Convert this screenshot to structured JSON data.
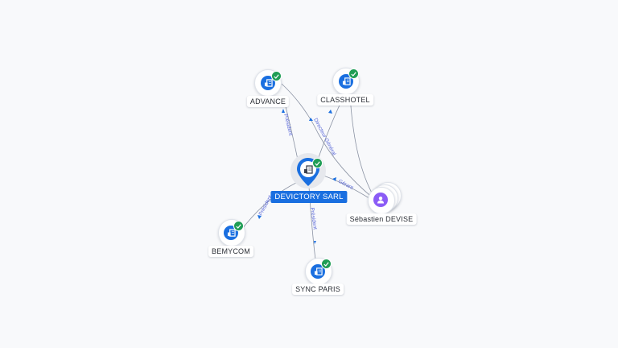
{
  "nodes": {
    "main": {
      "label": "DEVICTORY SARL",
      "icon": "building-icon"
    },
    "advance": {
      "label": "ADVANCE",
      "icon": "building-icon"
    },
    "classhotel": {
      "label": "CLASSHOTEL",
      "icon": "building-icon"
    },
    "bemycom": {
      "label": "BEMYCOM",
      "icon": "building-icon"
    },
    "syncparis": {
      "label": "SYNC PARIS",
      "icon": "building-icon"
    },
    "person": {
      "label": "Sébastien DEVISE",
      "icon": "person-icon"
    }
  },
  "edges": {
    "advance": "Président",
    "classhotel": "Directeur Général",
    "person_main": "Gérant",
    "bemycom": "Président",
    "syncparis": "Président"
  },
  "colors": {
    "company": "#1a6fe0",
    "person": "#8b5cf6",
    "verified": "#1f9d55",
    "edge_label": "#5a68d8"
  }
}
